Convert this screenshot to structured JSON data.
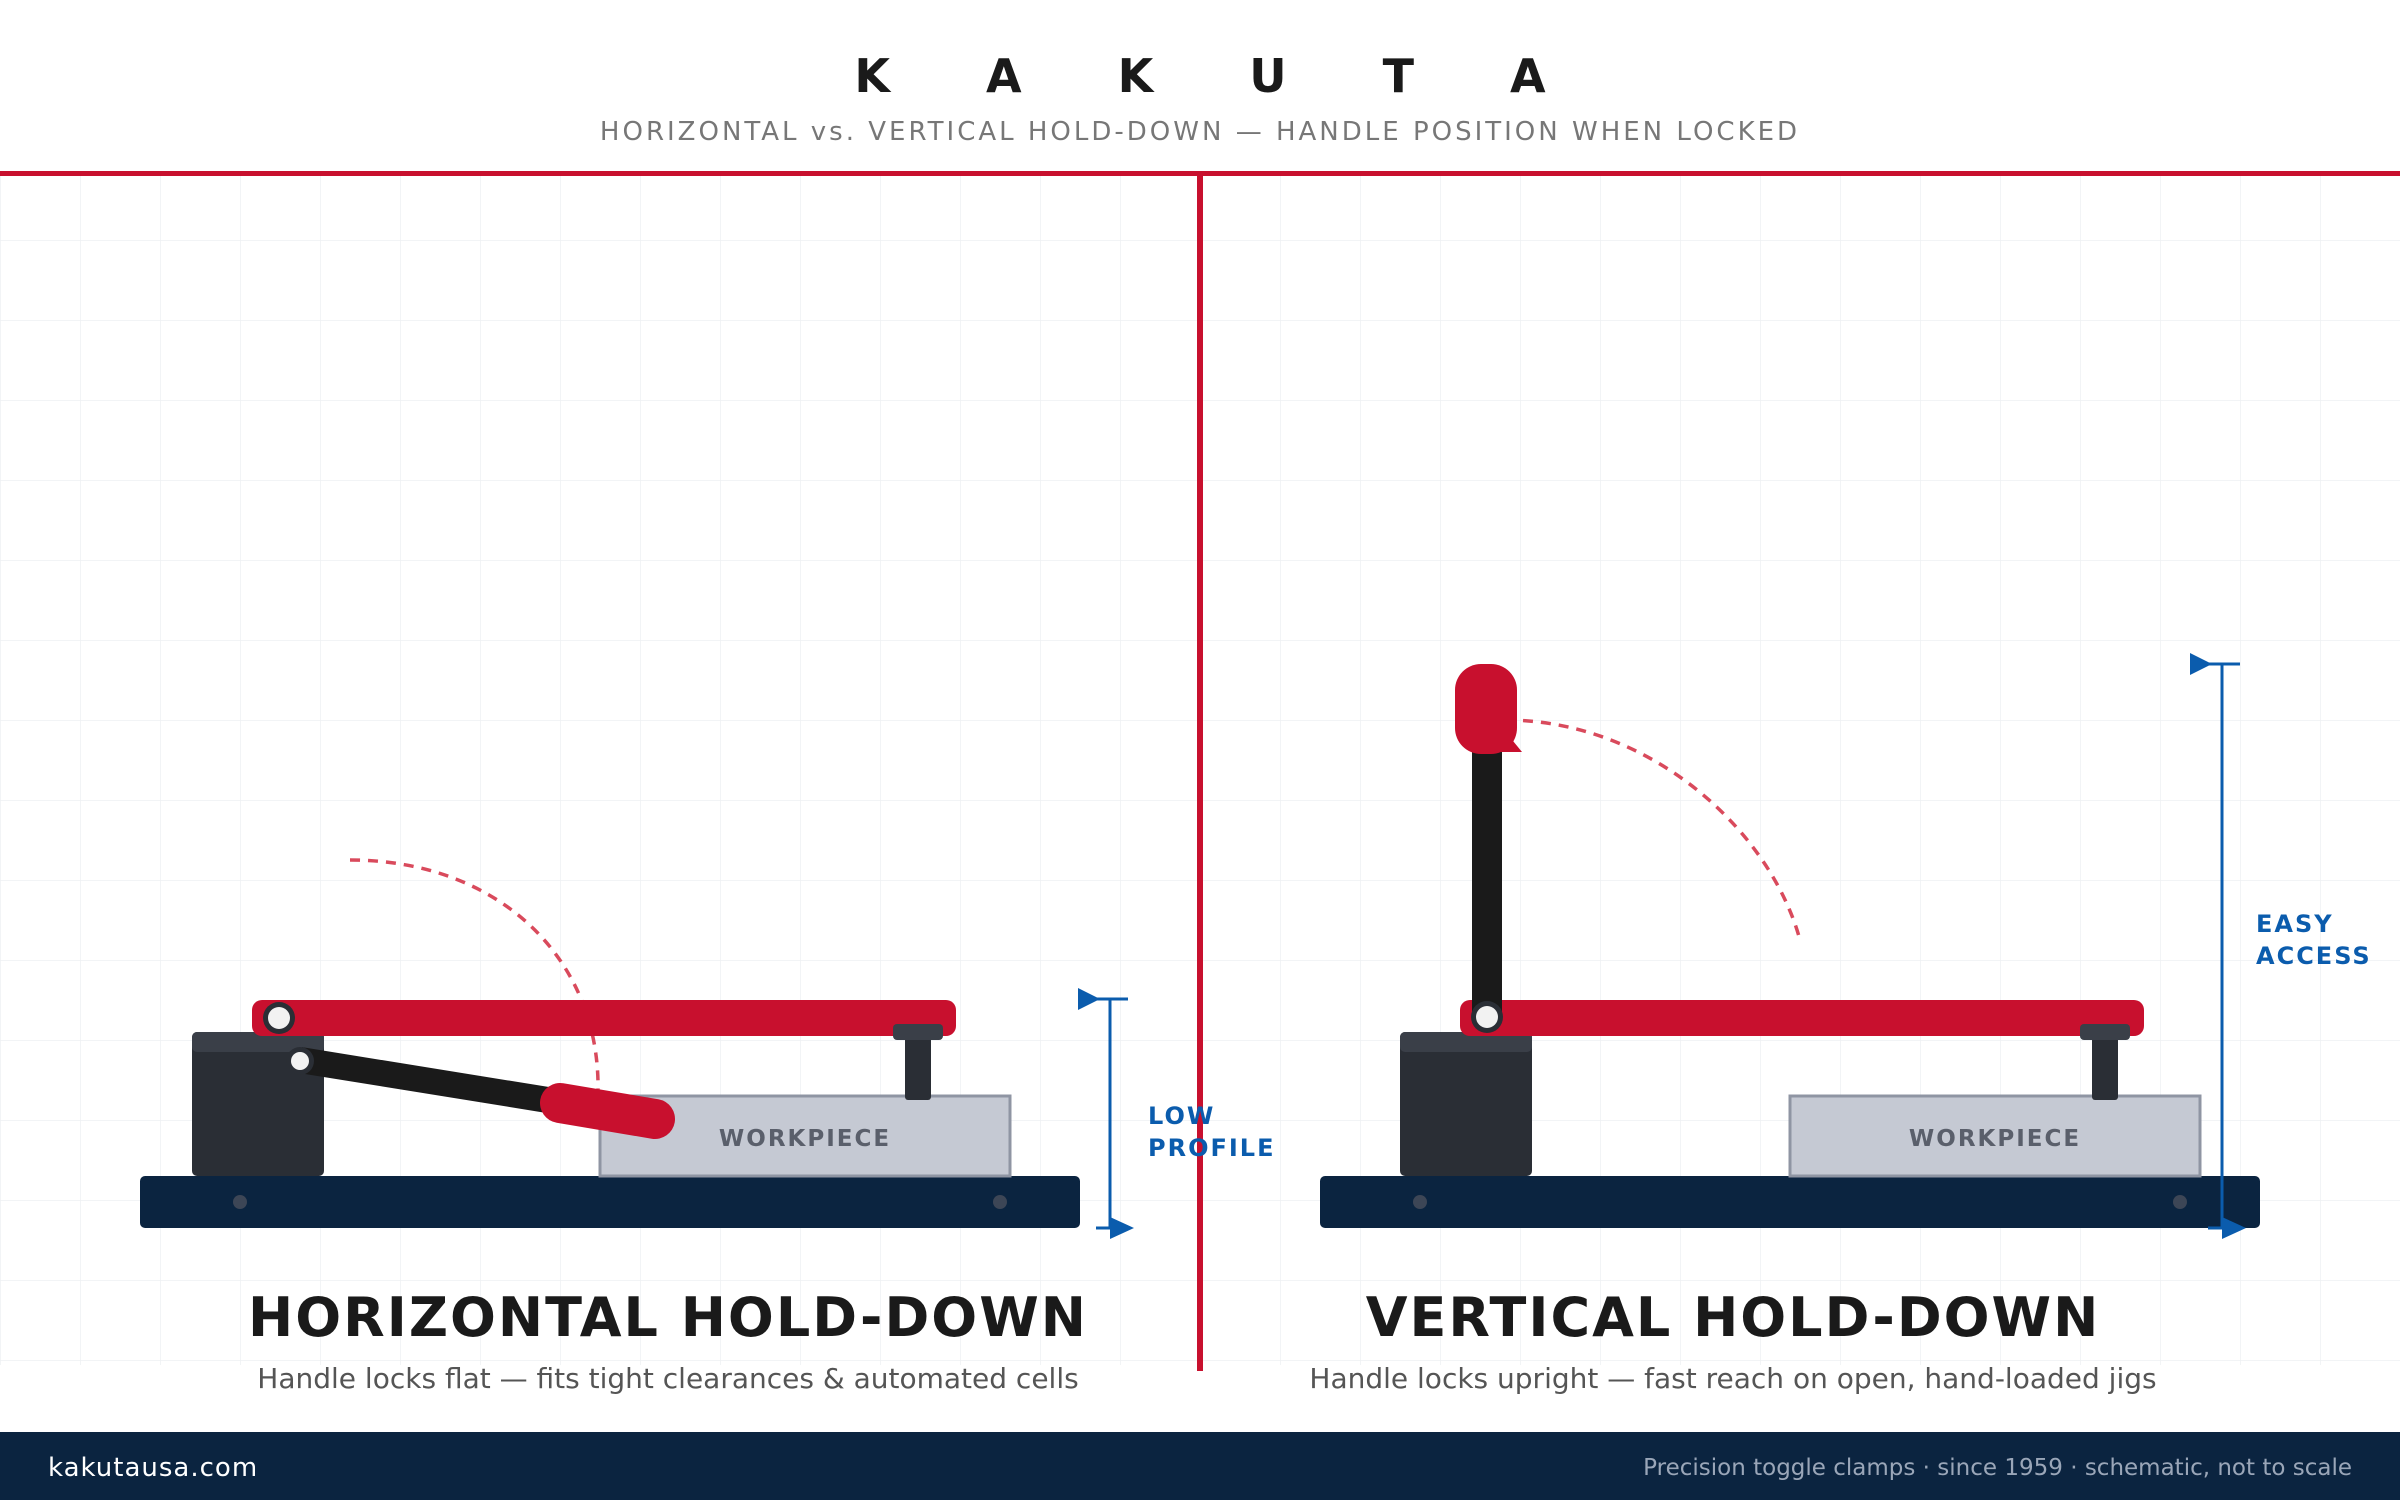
{
  "header": {
    "brand": "K A K U T A",
    "subtitle": "HORIZONTAL vs. VERTICAL HOLD-DOWN — HANDLE POSITION WHEN LOCKED"
  },
  "panels": {
    "horizontal": {
      "title": "HORIZONTAL HOLD-DOWN",
      "subtitle": "Handle locks flat — fits tight clearances & automated cells",
      "workpiece_label": "WORKPIECE",
      "dimension_label_line1": "LOW",
      "dimension_label_line2": "PROFILE"
    },
    "vertical": {
      "title": "VERTICAL HOLD-DOWN",
      "subtitle": "Handle locks upright — fast reach on open, hand-loaded jigs",
      "workpiece_label": "WORKPIECE",
      "dimension_label_line1": "EASY",
      "dimension_label_line2": "ACCESS"
    }
  },
  "footer": {
    "website": "kakutausa.com",
    "note": "Precision toggle clamps · since 1959 · schematic, not to scale"
  },
  "colors": {
    "accent_red": "#c8102e",
    "navy": "#0b2440",
    "dimension_blue": "#0b5cad",
    "body_dark": "#2a2e35",
    "workpiece_gray": "#c5c9d3"
  }
}
